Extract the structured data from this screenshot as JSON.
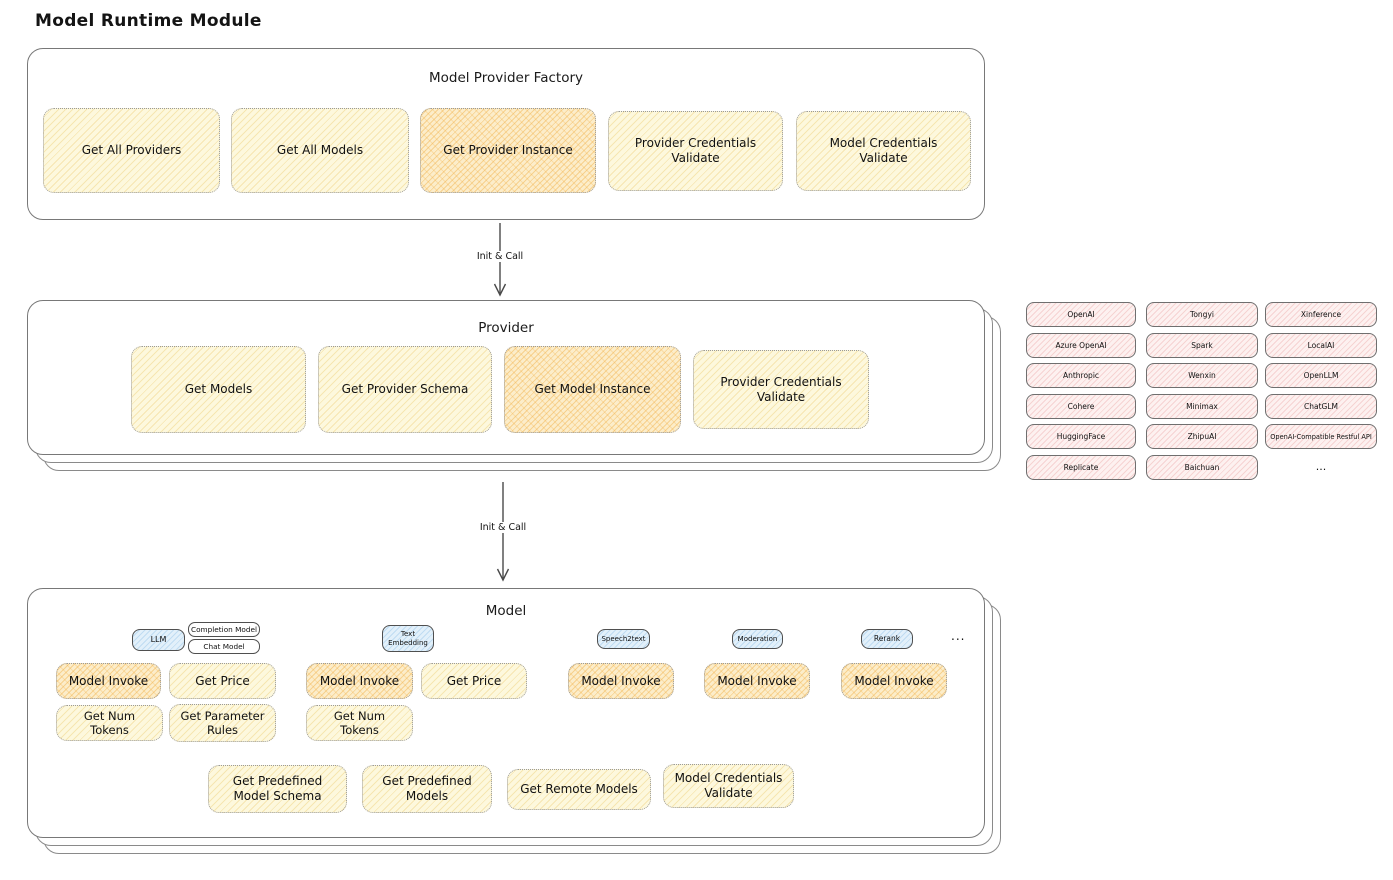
{
  "page_title": "Model Runtime Module",
  "factory": {
    "title": "Model Provider Factory",
    "items": [
      {
        "label": "Get All Providers",
        "highlighted": false
      },
      {
        "label": "Get All Models",
        "highlighted": false
      },
      {
        "label": "Get Provider Instance",
        "highlighted": true
      },
      {
        "label": "Provider Credentials Validate",
        "highlighted": false
      },
      {
        "label": "Model Credentials Validate",
        "highlighted": false
      }
    ]
  },
  "arrows": {
    "factory_to_provider": "Init & Call",
    "provider_to_model": "Init & Call"
  },
  "provider": {
    "title": "Provider",
    "items": [
      {
        "label": "Get Models",
        "highlighted": false
      },
      {
        "label": "Get Provider Schema",
        "highlighted": false
      },
      {
        "label": "Get Model Instance",
        "highlighted": true
      },
      {
        "label": "Provider Credentials Validate",
        "highlighted": false
      }
    ]
  },
  "providers_list": {
    "col1": [
      "OpenAI",
      "Azure OpenAI",
      "Anthropic",
      "Cohere",
      "HuggingFace",
      "Replicate"
    ],
    "col2": [
      "Tongyi",
      "Spark",
      "Wenxin",
      "Minimax",
      "ZhipuAI",
      "Baichuan"
    ],
    "col3": [
      "Xinference",
      "LocalAI",
      "OpenLLM",
      "ChatGLM",
      "OpenAI-Compatible Restful API"
    ],
    "ellipsis": "..."
  },
  "model": {
    "title": "Model",
    "type_tags": {
      "llm": "LLM",
      "completion_model": "Completion Model",
      "chat_model": "Chat Model",
      "text_embedding": "Text Embedding",
      "speech2text": "Speech2text",
      "moderation": "Moderation",
      "rerank": "Rerank"
    },
    "ellipsis": "...",
    "functions": {
      "llm": [
        "Model Invoke",
        "Get Price",
        "Get Num Tokens",
        "Get Parameter Rules"
      ],
      "text_embedding": [
        "Model Invoke",
        "Get Price",
        "Get Num Tokens"
      ],
      "speech2text": [
        "Model Invoke"
      ],
      "moderation": [
        "Model Invoke"
      ],
      "rerank": [
        "Model Invoke"
      ],
      "common": [
        "Get Predefined Model Schema",
        "Get Predefined Models",
        "Get Remote Models",
        "Model Credentials Validate"
      ]
    }
  },
  "colors": {
    "function_box": "#fdf8dd",
    "highlight_box": "#fcedca",
    "provider_chip": "#fdf1f0",
    "type_tag": "#e2f0fa",
    "panel_border": "#787878"
  }
}
